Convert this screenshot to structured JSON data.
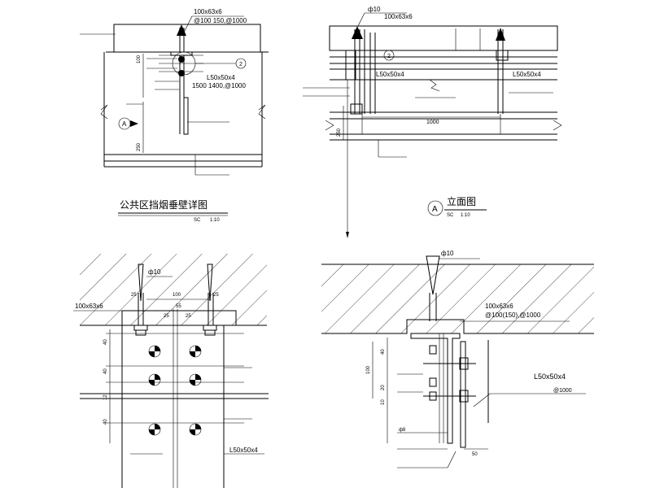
{
  "panel_tl": {
    "callout_top": "100x63x6",
    "callout_spacing": "@100 150,@1000",
    "callout_angle": "L50x50x4",
    "callout_angle_spacing": "1500 1400,@1000",
    "dim_100": "100",
    "dim_250": "250",
    "marker_2": "2",
    "marker_a": "A"
  },
  "panel_tr": {
    "callout_rod": "ф10",
    "callout_top": "100x63x6",
    "callout_angle_left": "L50x50x4",
    "callout_angle_right": "L50x50x4",
    "dim_1000": "1000",
    "dim_250": "250",
    "marker_2": "2"
  },
  "title_main": {
    "text": "公共区挡烟垂壁详图",
    "scale_left": "SC",
    "scale_right": "1:10"
  },
  "title_elev": {
    "marker": "A",
    "text": "立面图",
    "scale_left": "SC",
    "scale_right": "1:10"
  },
  "panel_bl": {
    "callout_rod": "ф10",
    "callout_top": "100x63x6",
    "callout_angle": "L50x50x4",
    "dim_25a": "25",
    "dim_25b": "25",
    "dim_100": "100",
    "dim_55": "55",
    "dim_25c": "25",
    "dim_25d": "25",
    "dim_40a": "40",
    "dim_40b": "40",
    "dim_40c": "40",
    "dim_12": "12"
  },
  "panel_br": {
    "callout_rod": "ф10",
    "callout_top": "100x63x6",
    "callout_spacing": "@100(150),@1000",
    "callout_angle": "L50x50x4",
    "callout_angle_spacing": "@1000",
    "dim_40": "40",
    "dim_20": "20",
    "dim_10": "10",
    "dim_100": "100",
    "dim_50": "50",
    "label_phi8": "ф8"
  }
}
